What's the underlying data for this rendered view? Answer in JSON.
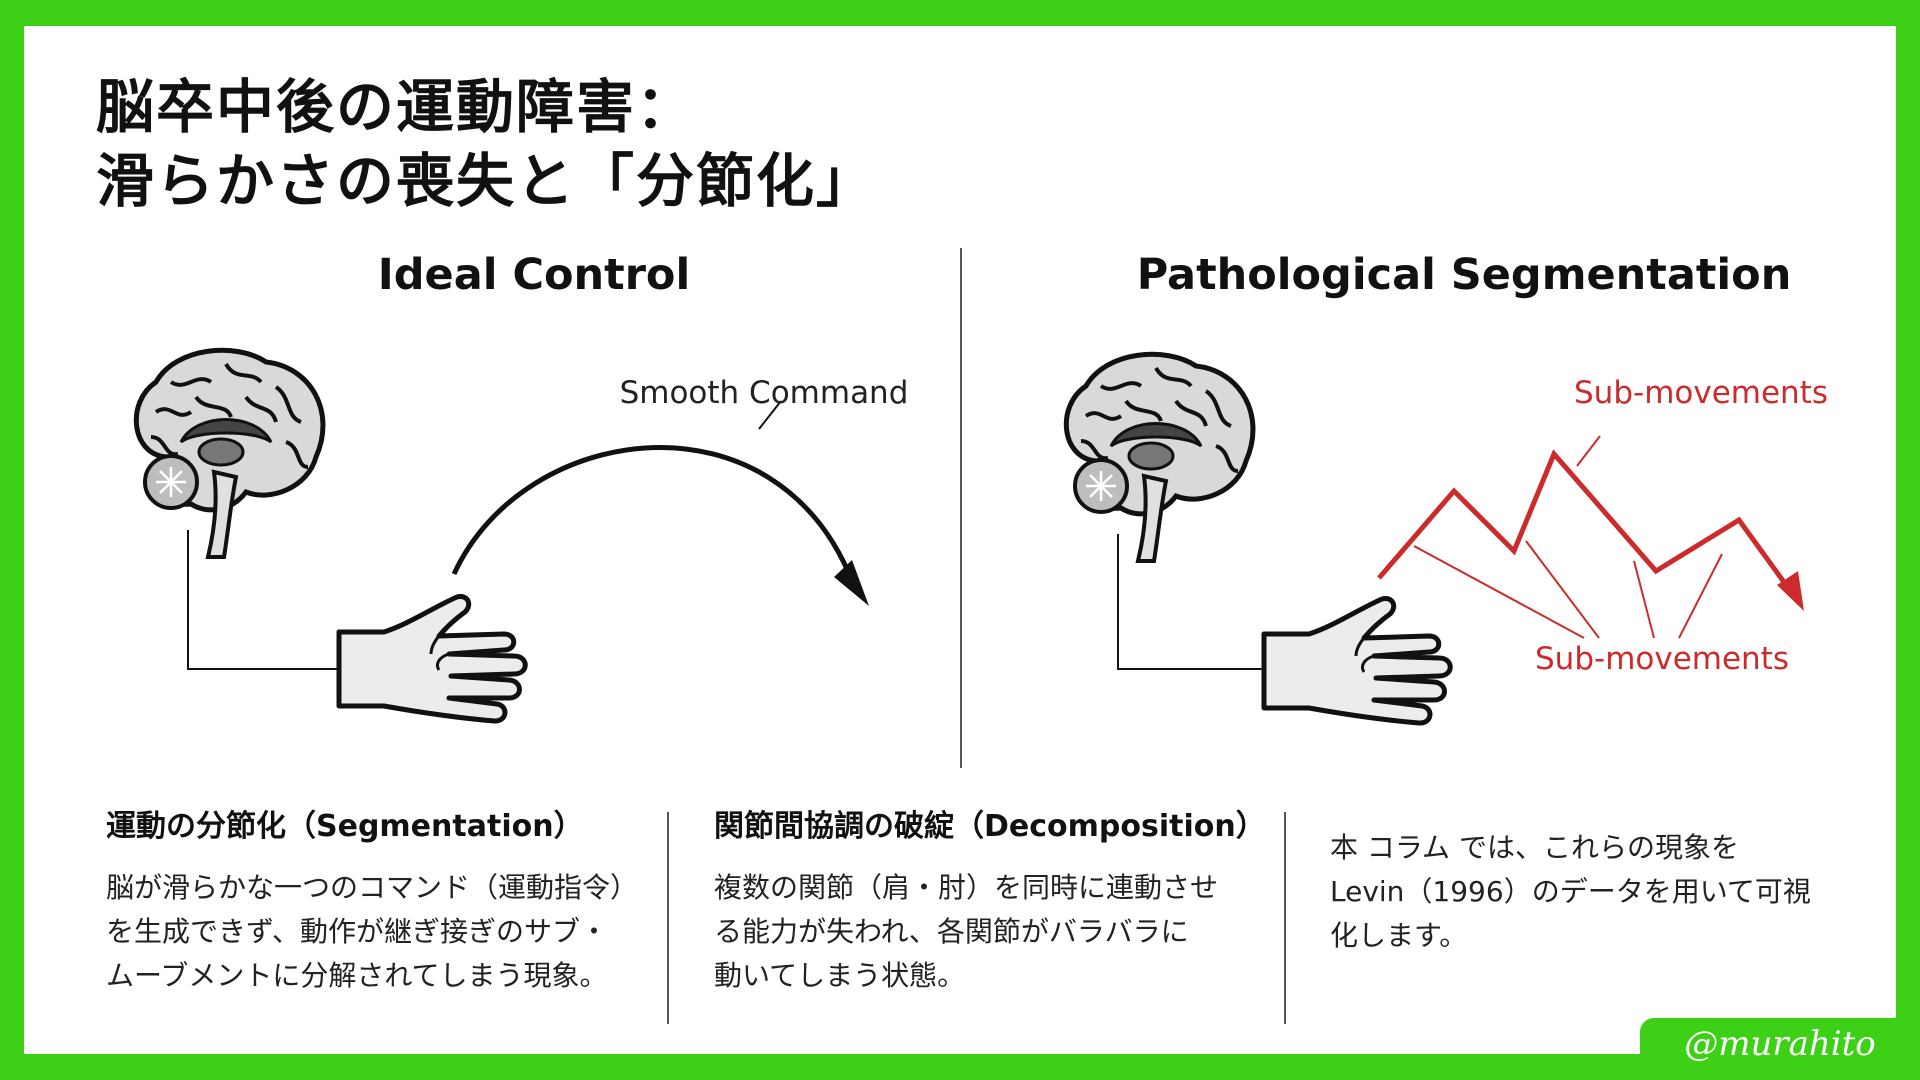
{
  "title": {
    "line1": "脳卒中後の運動障害：",
    "line2": "滑らかさの喪失と「分節化」"
  },
  "panels": {
    "left": {
      "heading": "Ideal Control",
      "arrow_label": "Smooth Command"
    },
    "right": {
      "heading": "Pathological Segmentation",
      "label_top": "Sub-movements",
      "label_bottom": "Sub-movements"
    }
  },
  "columns": [
    {
      "heading": "運動の分節化（Segmentation）",
      "body": [
        "脳が滑らかな一つのコマンド（運動指令）",
        "を生成できず、動作が継ぎ接ぎのサブ・",
        "ムーブメントに分解されてしまう現象。"
      ]
    },
    {
      "heading": "関節間協調の破綻（Decomposition）",
      "body": [
        "複数の関節（肩・肘）を同時に連動させ",
        "る能力が失われ、各関節がバラバラに",
        "動いてしまう状態。"
      ]
    },
    {
      "heading": "",
      "body": [
        "本 コラム では、これらの現象を",
        "Levin（1996）のデータを用いて可視",
        "化します。"
      ]
    }
  ],
  "badge": "@murahito",
  "colors": {
    "frame_green": "#3cd117",
    "accent_red": "#cc2b2b",
    "ink": "#111111"
  },
  "icons": [
    "brain-icon",
    "hand-icon",
    "arrow-icon"
  ]
}
